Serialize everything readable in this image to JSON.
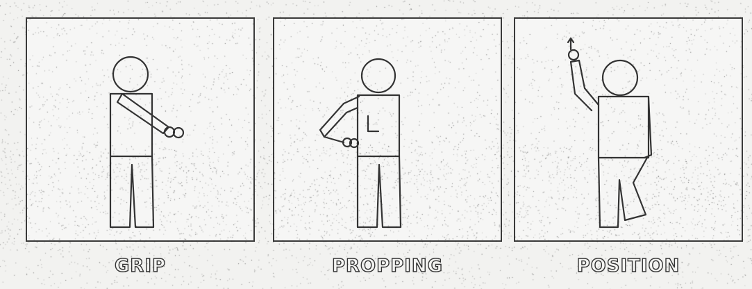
{
  "panels": [
    {
      "id": "grip",
      "label": "GRIP"
    },
    {
      "id": "propping",
      "label": "PROPPING"
    },
    {
      "id": "position",
      "label": "POSITION"
    }
  ],
  "colors": {
    "ink": "#333333",
    "paper": "#f2f2f0"
  },
  "icons": [
    "grip-figure-icon",
    "propping-figure-icon",
    "position-figure-icon"
  ]
}
